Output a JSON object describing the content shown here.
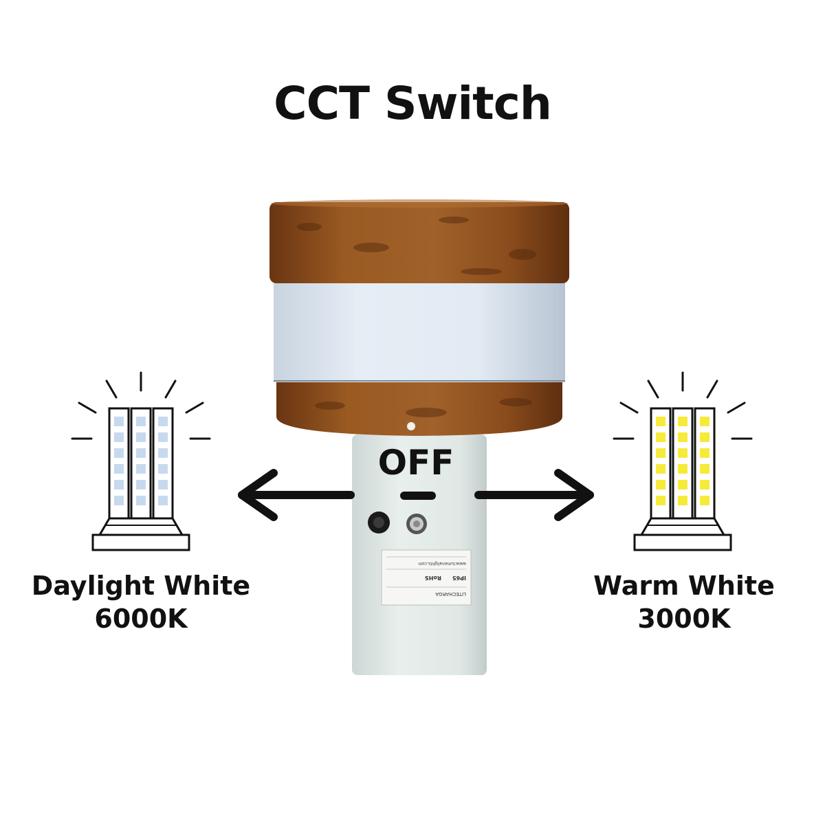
{
  "title": "CCT Switch",
  "switch_label": "OFF",
  "options": [
    {
      "name": "Daylight White",
      "temp": "6000K",
      "icon": "led-corn-bulb-cool-icon",
      "led_color": "#c7d9ef"
    },
    {
      "name": "Warm White",
      "temp": "3000K",
      "icon": "led-corn-bulb-warm-icon",
      "led_color": "#f6ea3a"
    }
  ],
  "sticker": {
    "brand": "LITECHARGA",
    "website": "www.lumenalights.com",
    "rating": "IP65",
    "compliance": "RoHS"
  },
  "colors": {
    "rust": "#8a4a1c",
    "diffuser": "#dfe8f1",
    "body": "#e3ebe9",
    "ink": "#111111"
  }
}
